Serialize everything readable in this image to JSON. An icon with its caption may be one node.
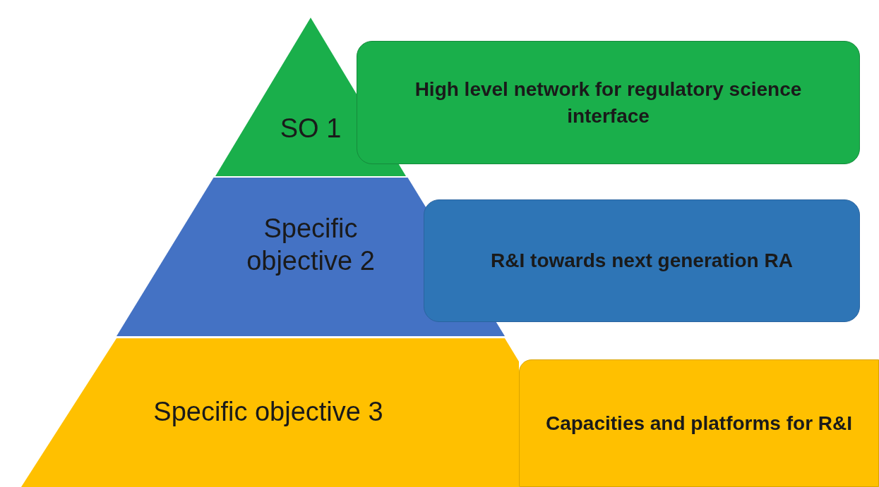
{
  "diagram": {
    "nodes": [
      {
        "text": [
          "SO 1"
        ]
      },
      {
        "text": [
          "High level network for regulatory science interface"
        ]
      },
      {
        "text": [
          "Specific objective 2"
        ]
      },
      {
        "text": [
          "R&I towards next generation RA"
        ]
      },
      {
        "text": [
          "Specific objective 3"
        ]
      },
      {
        "text": [
          "Capacities and platforms for R&I"
        ]
      }
    ]
  }
}
